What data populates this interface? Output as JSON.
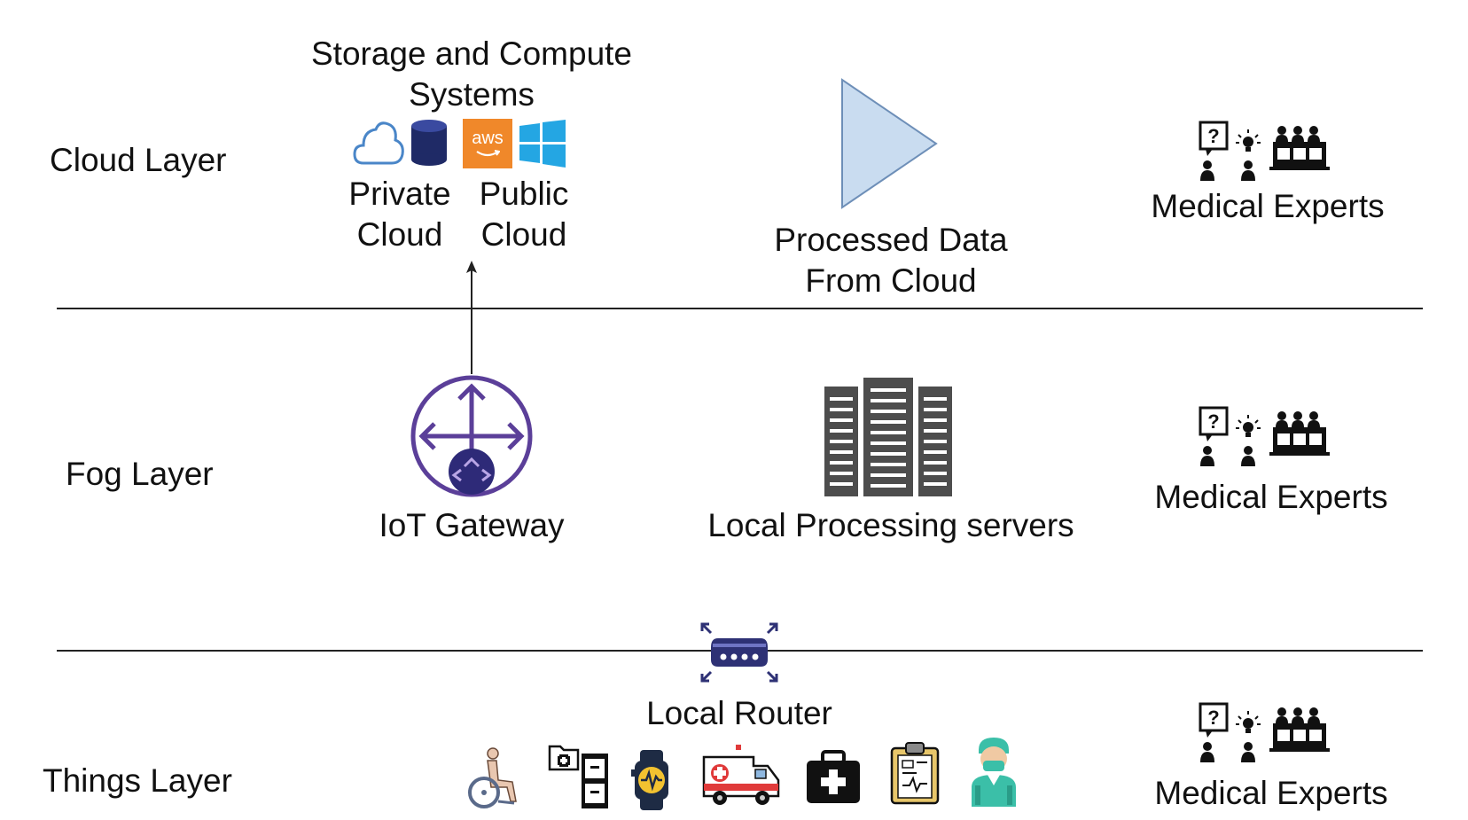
{
  "layers": {
    "cloud": "Cloud Layer",
    "fog": "Fog Layer",
    "things": "Things Layer"
  },
  "cloud": {
    "storage_title_1": "Storage and Compute",
    "storage_title_2": "Systems",
    "private_1": "Private",
    "private_2": "Cloud",
    "public_1": "Public",
    "public_2": "Cloud",
    "aws_text": "aws",
    "processed_1": "Processed Data",
    "processed_2": "From Cloud"
  },
  "fog": {
    "gateway": "IoT Gateway",
    "servers": "Local Processing servers"
  },
  "things": {
    "router": "Local Router",
    "devices": [
      "wheelchair-icon",
      "medical-records-icon",
      "smartwatch-icon",
      "ambulance-icon",
      "first-aid-kit-icon",
      "clipboard-icon",
      "doctor-icon"
    ]
  },
  "experts": {
    "cloud": "Medical Experts",
    "fog": "Medical Experts",
    "things": "Medical Experts"
  },
  "colors": {
    "gateway_purple": "#5b3f99",
    "router_navy": "#2e3175",
    "cloud_blue": "#4a86c8",
    "db_navy": "#1f2a66",
    "aws_orange": "#f0882a",
    "windows_blue": "#24a6e3",
    "triangle_fill": "#c9dcf0",
    "server_gray": "#4d4d4d"
  }
}
